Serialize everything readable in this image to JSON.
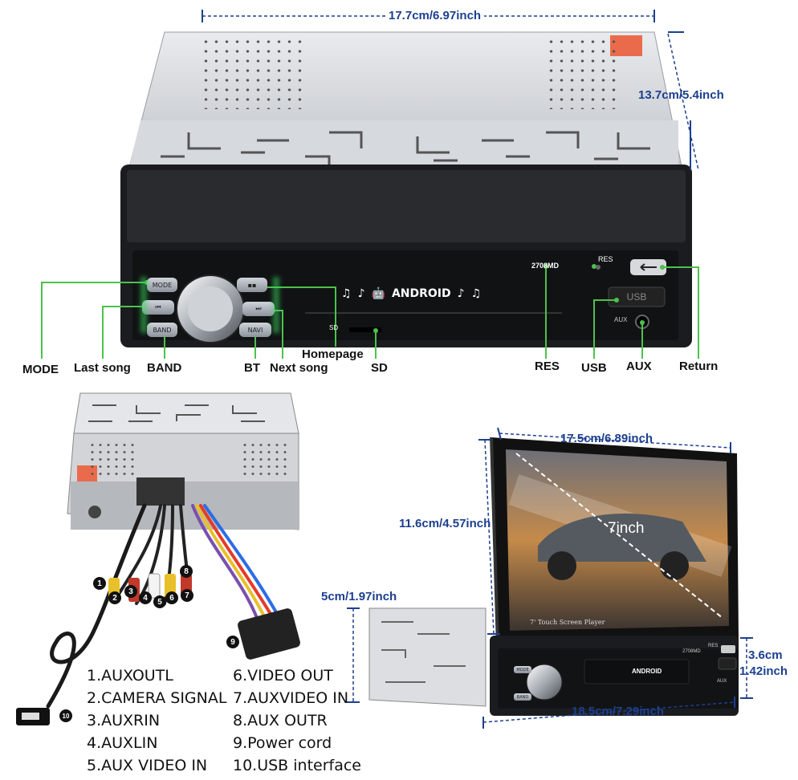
{
  "dimensions": {
    "top_width": "17.7cm/6.97inch",
    "top_depth": "13.7cm/5.4inch",
    "screen_width": "17.5cm/6.89inch",
    "screen_height": "11.6cm/4.57inch",
    "unit_depth": "5cm/1.97inch",
    "unit_height_a": "3.6cm",
    "unit_height_b": "1.42inch",
    "face_width": "18.5cm/7.29inch"
  },
  "face": {
    "mode_btn": "MODE",
    "band_btn": "BAND",
    "navi_btn": "NAVI",
    "model": "2708MD",
    "res": "RES",
    "android": "ANDROID",
    "sd": "SD",
    "usb": "USB",
    "aux": "AUX",
    "screen_size": "7inch",
    "screen_caption": "7' Touch Screen Player"
  },
  "callouts": {
    "mode": "MODE",
    "last_song": "Last song",
    "band": "BAND",
    "bt": "BT",
    "next_song": "Next song",
    "homepage": "Homepage",
    "sd": "SD",
    "res": "RES",
    "usb": "USB",
    "aux": "AUX",
    "return": "Return"
  },
  "connectors": [
    "1",
    "2",
    "3",
    "4",
    "5",
    "6",
    "7",
    "8",
    "9",
    "10"
  ],
  "legend": {
    "left": [
      "1.AUXOUTL",
      "2.CAMERA SIGNAL",
      "3.AUXRIN",
      "4.AUXLIN",
      "5.AUX VIDEO IN"
    ],
    "right": [
      "6.VIDEO OUT",
      "7.AUXVIDEO IN",
      "8.AUX OUTR",
      "9.Power cord",
      "10.USB interface"
    ]
  },
  "colors": {
    "dimension": "#1c3f8f",
    "callout_line": "#4cc24c",
    "led": "#39d65c"
  }
}
